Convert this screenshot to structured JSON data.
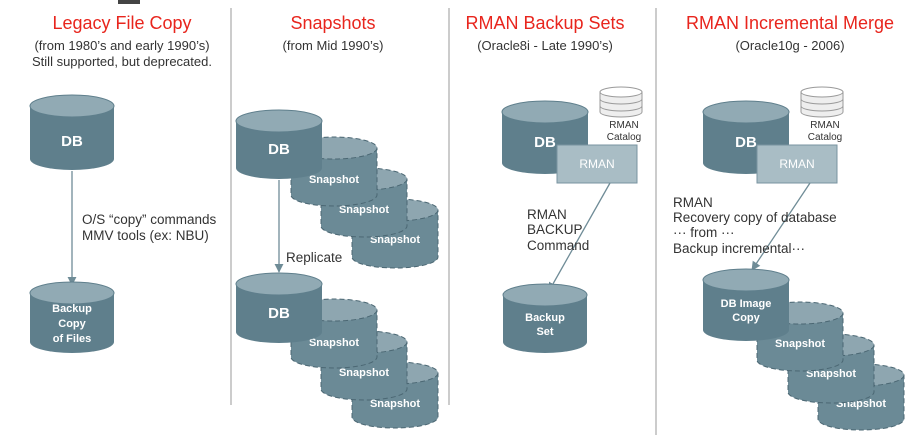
{
  "panels": [
    {
      "title": "Legacy File Copy",
      "subtitle_lines": [
        "(from 1980’s and early 1990’s)",
        "Still supported, but deprecated."
      ],
      "source_label": "DB",
      "target_label_lines": [
        "Backup",
        "Copy",
        "of Files"
      ],
      "annotation_lines": [
        "O/S “copy” commands",
        "MMV tools (ex: NBU)"
      ]
    },
    {
      "title": "Snapshots",
      "subtitle_lines": [
        "(from Mid 1990’s)"
      ],
      "source_label": "DB",
      "target_label": "DB",
      "snapshot_label": "Snapshot",
      "annotation": "Replicate"
    },
    {
      "title": "RMAN Backup Sets",
      "subtitle_lines": [
        "(Oracle8i - Late 1990’s)"
      ],
      "source_label": "DB",
      "catalog_label_lines": [
        "RMAN",
        "Catalog"
      ],
      "rman_box_label": "RMAN",
      "annotation_lines": [
        "RMAN",
        "BACKUP",
        "Command"
      ],
      "target_label_lines": [
        "Backup",
        "Set"
      ]
    },
    {
      "title": "RMAN Incremental Merge",
      "subtitle_lines": [
        "(Oracle10g - 2006)"
      ],
      "source_label": "DB",
      "catalog_label_lines": [
        "RMAN",
        "Catalog"
      ],
      "rman_box_label": "RMAN",
      "annotation_lines": [
        "RMAN",
        "Recovery copy of database",
        "··· from ···",
        "Backup incremental···"
      ],
      "target_label_lines": [
        "DB Image",
        "Copy"
      ],
      "snapshot_label": "Snapshot"
    }
  ],
  "colors": {
    "title": "#e8251d",
    "cylinder": "#5f7f8c",
    "cylinder_top": "#91aab4",
    "rman_box": "#a9bdc5"
  }
}
